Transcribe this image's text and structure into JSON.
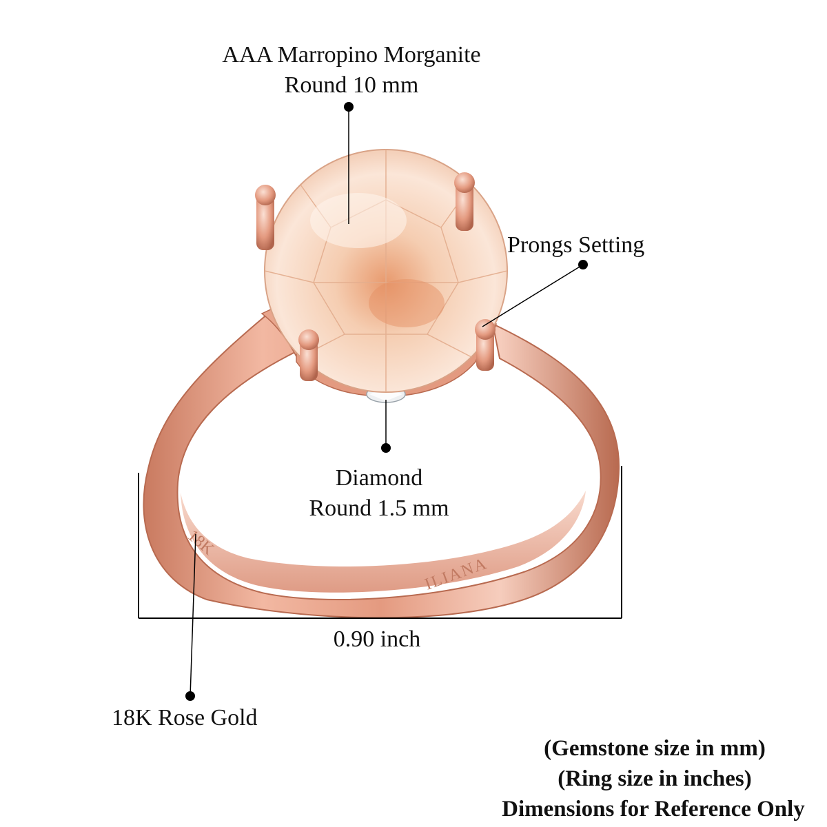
{
  "labels": {
    "gemstone_line1": "AAA Marropino Morganite",
    "gemstone_line2": "Round 10 mm",
    "prongs": "Prongs Setting",
    "diamond_line1": "Diamond",
    "diamond_line2": "Round 1.5 mm",
    "width": "0.90 inch",
    "metal": "18K Rose Gold"
  },
  "engravings": {
    "karat": "18K",
    "brand": "ILIANA"
  },
  "notes": {
    "line1": "(Gemstone size in mm)",
    "line2": "(Ring size in inches)",
    "line3": "Dimensions for Reference Only"
  },
  "colors": {
    "rose_gold": "#e49a80",
    "rose_gold_dark": "#b0644c",
    "rose_gold_light": "#f6cdbd",
    "morganite": "#f3c9ae",
    "morganite_light": "#fbe8db",
    "callout": "#000000"
  }
}
